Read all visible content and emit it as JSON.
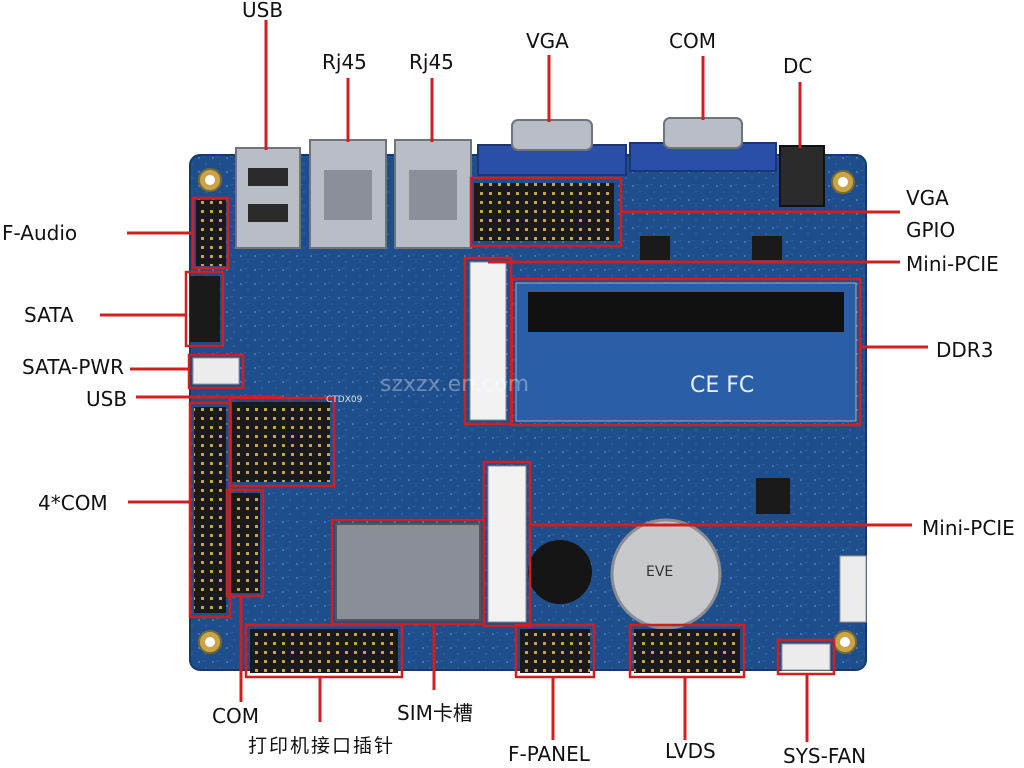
{
  "labels": {
    "usb_top": "USB",
    "rj45_a": "Rj45",
    "rj45_b": "Rj45",
    "vga_top": "VGA",
    "com_top": "COM",
    "dc": "DC",
    "f_audio": "F-Audio",
    "sata": "SATA",
    "sata_pwr": "SATA-PWR",
    "usb_left": "USB",
    "four_com": "4*COM",
    "com_bottom": "COM",
    "printer_header": "打印机接口插针",
    "sim_slot": "SIM卡槽",
    "f_panel": "F-PANEL",
    "lvds": "LVDS",
    "sys_fan": "SYS-FAN",
    "vga_gpio_1": "VGA",
    "vga_gpio_2": "GPIO",
    "mini_pcie_top": "Mini-PCIE",
    "ddr3": "DDR3",
    "mini_pcie_bottom": "Mini-PCIE"
  },
  "board": {
    "watermark": "szxzx.en.com",
    "ce_mark": "CE FC",
    "silk_1": "CTDX09",
    "silk_2": "EVE"
  },
  "colors": {
    "board": "#1f4e8c",
    "board_dark": "#173f74",
    "callout": "#d11f1f",
    "metal": "#b9bec6",
    "header_black": "#1a1a1a",
    "vga_blue": "#2a4fa8"
  }
}
